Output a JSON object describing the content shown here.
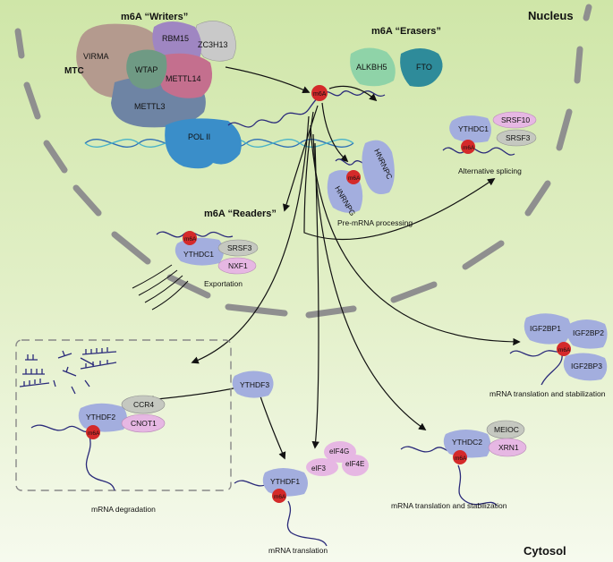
{
  "titles": {
    "nucleus": "Nucleus",
    "cytosol": "Cytosol",
    "writers": "m6A “Writers”",
    "erasers": "m6A “Erasers”",
    "readers": "m6A “Readers”",
    "mtc": "MTC"
  },
  "mark": "m6A",
  "writers": {
    "virma": "VIRMA",
    "rbm15": "RBM15",
    "zc3h13": "ZC3H13",
    "wtap": "WTAP",
    "mettl14": "METTL14",
    "mettl3": "METTL3"
  },
  "erasers": {
    "alkbh5": "ALKBH5",
    "fto": "FTO"
  },
  "pol2": "POL II",
  "splicing": {
    "ythdc1": "YTHDC1",
    "srsf10": "SRSF10",
    "srsf3": "SRSF3",
    "caption": "Alternative splicing"
  },
  "premrna": {
    "hnrnpc": "HNRNPC",
    "hnrnpg": "HNRNPG",
    "caption": "Pre-mRNA processing"
  },
  "export": {
    "ythdc1": "YTHDC1",
    "srsf3": "SRSF3",
    "nxf1": "NXF1",
    "caption": "Exportation"
  },
  "degradation": {
    "ythdf3": "YTHDF3",
    "ythdf2": "YTHDF2",
    "ccr4": "CCR4",
    "cnot1": "CNOT1",
    "caption": "mRNA degradation"
  },
  "translation": {
    "ythdf1": "YTHDF1",
    "eif4g": "eIF4G",
    "eif3": "eIF3",
    "eif4e": "eIF4E",
    "caption": "mRNA translation"
  },
  "igf2bp": {
    "p1": "IGF2BP1",
    "p2": "IGF2BP2",
    "p3": "IGF2BP3",
    "caption": "mRNA translation and stabilization"
  },
  "ythdc2": {
    "ythdc2": "YTHDC2",
    "meioc": "MEIOC",
    "xrn1": "XRN1",
    "caption": "mRNA translation and stabilization"
  },
  "colors": {
    "m6a": "#d42a2a",
    "reader": "#a3aede",
    "pink": "#e6b7e3",
    "gray": "#c5c8c0",
    "rna": "#2a2a7a",
    "membrane": "#8f8f8f",
    "fto": "#2e8b9a",
    "alkbh5": "#8fd3a8",
    "pol2": "#3a8ec9"
  }
}
